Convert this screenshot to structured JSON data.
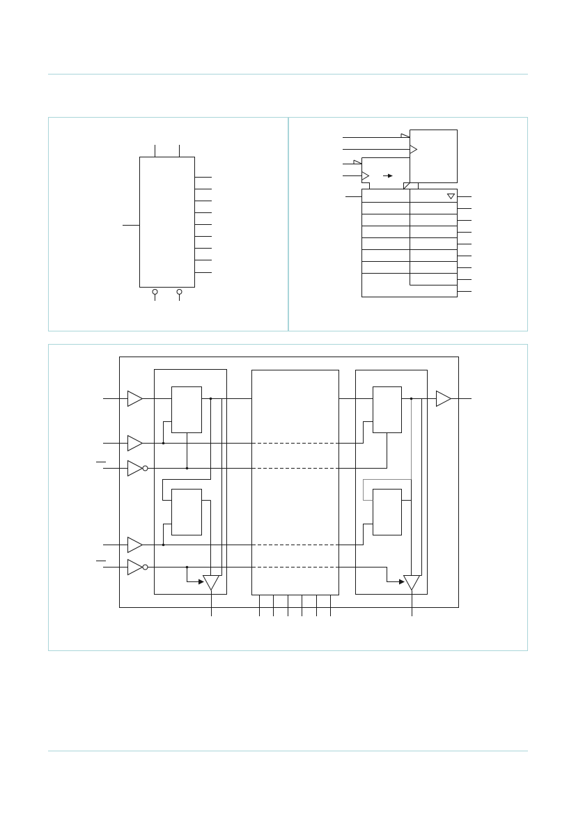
{
  "colors": {
    "frame_border": "#a9d5d9",
    "rule": "#a9d5d9",
    "line": "#1a1a1a",
    "grey_line": "#8a8a8a"
  },
  "figures": [
    {
      "name": "logic-symbol"
    },
    {
      "name": "iec-logic-symbol"
    },
    {
      "name": "functional-diagram"
    }
  ]
}
